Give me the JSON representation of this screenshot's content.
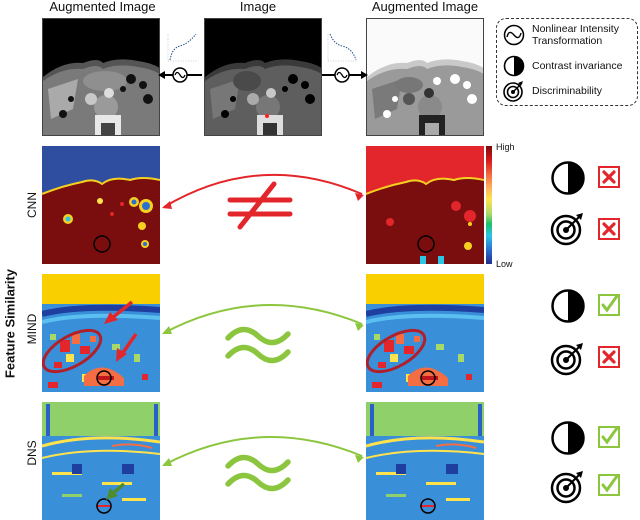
{
  "headers": {
    "left": "Augmented Image",
    "center": "Image",
    "right": "Augmented Image"
  },
  "legend": {
    "items": [
      {
        "icon": "nonlinear-intensity-icon",
        "label": "Nonlinear Intensity\nTransformation",
        "line1": "Nonlinear Intensity",
        "line2": "Transformation"
      },
      {
        "icon": "contrast-invariance-icon",
        "label": "Contrast invariance"
      },
      {
        "icon": "discriminability-target-icon",
        "label": "Discriminability"
      }
    ]
  },
  "colorbar": {
    "high_label": "High",
    "low_label": "Low"
  },
  "axis": {
    "group_label": "Feature Similarity"
  },
  "rows": [
    {
      "label": "CNN",
      "relation": "≠",
      "relation_color": "#e3262b",
      "contrast_invariance": "cross",
      "discriminability": "cross"
    },
    {
      "label": "MIND",
      "relation": "≈",
      "relation_color": "#8cc63f",
      "contrast_invariance": "check",
      "discriminability": "cross"
    },
    {
      "label": "DNS",
      "relation": "≈",
      "relation_color": "#8cc63f",
      "contrast_invariance": "check",
      "discriminability": "check"
    }
  ],
  "colors": {
    "cross": "#e3262b",
    "check": "#8cc63f",
    "ellipse": "#b0202a",
    "dns_arrow": "#4e8c2f"
  }
}
